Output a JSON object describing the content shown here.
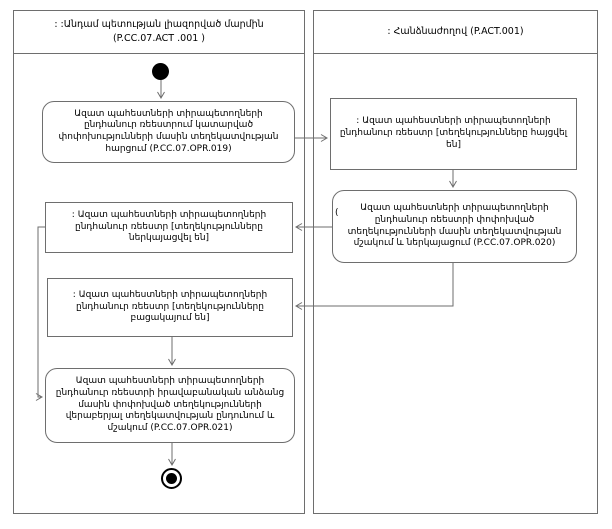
{
  "diagram": {
    "lanes": {
      "left": {
        "title_line1": ": :Անդամ պետության լիազորված մարմին",
        "title_line2": "(P.CC.07.ACT .001 )"
      },
      "right": {
        "title": ": Հանձնաժողով (P.ACT.001)"
      }
    },
    "nodes": {
      "action_019": "Ազատ պահեստների տիրապետողների ընդհանուր ռեեստրում կատարված փոփոխությունների մասին տեղեկատվության հարցում (P.CC.07.OPR.019)",
      "object_requested": ": Ազատ պահեստների տիրապետողների ընդհանուր ռեեստր [տեղեկությունները հայցվել են]",
      "action_020": "Ազատ պահեստների տիրապետողների ընդհանուր ռեեստրի փոփոխված տեղեկությունների մասին տեղեկատվության մշակում և ներկայացում (P.CC.07.OPR.020)",
      "object_presented": ": Ազատ պահեստների տիրապետողների ընդհանուր ռեեստր [տեղեկությունները ներկայացվել են]",
      "object_absent": ": Ազատ պահեստների տիրապետողների ընդհանուր ռեեստր [տեղեկությունները բացակայում են]",
      "action_021": "Ազատ պահեստների տիրապետողների ընդհանուր ռեեստրի իրավաբանական անձանց մասին փոփոխված տեղեկությունների վերաբերյալ տեղեկատվության ընդունում և մշակում (P.CC.07.OPR.021)",
      "stray_mark": "("
    },
    "colors": {
      "line": "#6e6e6e",
      "text": "#000000",
      "background": "#ffffff",
      "node_fill": "#000000"
    }
  }
}
